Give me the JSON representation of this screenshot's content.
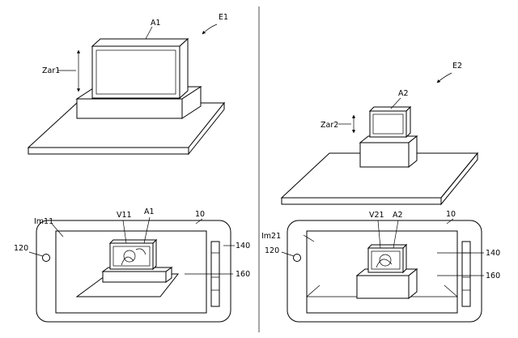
{
  "left": {
    "example_label": "E1",
    "object_label": "A1",
    "height_label": "Zar1",
    "device_number": "10",
    "image_label": "Im11",
    "view_label": "V11",
    "view_object_label": "A1",
    "part_camera": "120",
    "part_buttons": "140",
    "part_panel": "160"
  },
  "right": {
    "example_label": "E2",
    "object_label": "A2",
    "height_label": "Zar2",
    "device_number": "10",
    "image_label": "Im21",
    "view_label": "V21",
    "view_object_label": "A2",
    "part_camera": "120",
    "part_buttons": "140",
    "part_panel": "160"
  }
}
